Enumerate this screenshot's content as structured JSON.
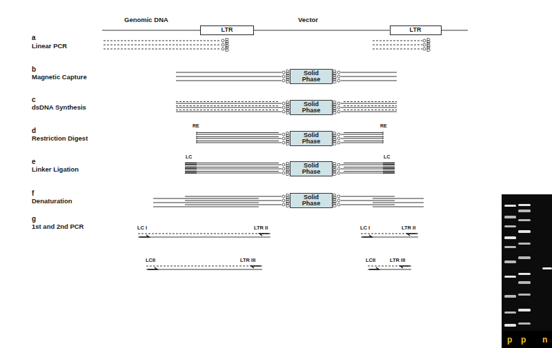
{
  "diagram": {
    "nodes": [
      {
        "text": [
          "LTR"
        ]
      },
      {
        "text": [
          "LTR"
        ]
      },
      {
        "text": [
          "Solid Phase"
        ]
      },
      {
        "text": [
          "Solid Phase"
        ]
      },
      {
        "text": [
          "Solid Phase"
        ]
      },
      {
        "text": [
          "Solid Phase"
        ]
      },
      {
        "text": [
          "Solid Phase"
        ]
      }
    ],
    "edges": [
      {
        "from": 0,
        "to": 1,
        "arrow": "none"
      }
    ],
    "labels": [
      "Genomic DNA",
      "Vector",
      "a",
      "Linear PCR",
      "b",
      "Magnetic Capture",
      "c",
      "dsDNA Synthesis",
      "d",
      "Restriction Digest",
      "RE",
      "RE",
      "e",
      "Linker Ligation",
      "LC",
      "LC",
      "f",
      "Denaturation",
      "g",
      "1st and 2nd PCR",
      "LC I",
      "LTR II",
      "LC I",
      "LTR II",
      "LCII",
      "LTR III",
      "LCII",
      "LTR III",
      "p",
      "p",
      "n"
    ]
  }
}
